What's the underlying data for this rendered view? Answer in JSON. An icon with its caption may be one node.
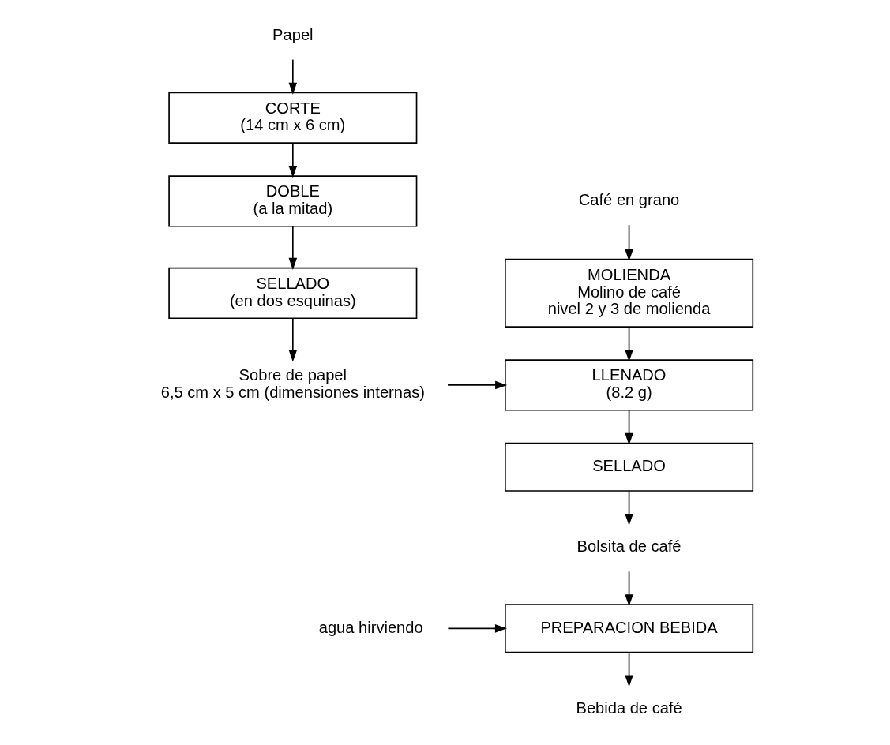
{
  "diagram": {
    "nodes": [
      {
        "text": [
          "Papel"
        ]
      },
      {
        "text": [
          "CORTE",
          "(14 cm x 6 cm)"
        ]
      },
      {
        "text": [
          "DOBLE",
          "(a la mitad)"
        ]
      },
      {
        "text": [
          "SELLADO",
          "(en dos esquinas)"
        ]
      },
      {
        "text": [
          "Sobre de papel",
          "6,5 cm x 5 cm (dimensiones internas)"
        ]
      },
      {
        "text": [
          "Café en grano"
        ]
      },
      {
        "text": [
          "MOLIENDA",
          "Molino de café",
          "nivel 2 y 3 de molienda"
        ]
      },
      {
        "text": [
          "LLENADO",
          "(8.2 g)"
        ]
      },
      {
        "text": [
          "SELLADO"
        ]
      },
      {
        "text": [
          "Bolsita de café"
        ]
      },
      {
        "text": [
          "agua hirviendo"
        ]
      },
      {
        "text": [
          "PREPARACION BEBIDA"
        ]
      },
      {
        "text": [
          "Bebida de café"
        ]
      }
    ],
    "edges": [
      {
        "from": 0,
        "to": 1,
        "arrow": "to"
      },
      {
        "from": 1,
        "to": 2,
        "arrow": "to"
      },
      {
        "from": 2,
        "to": 3,
        "arrow": "to"
      },
      {
        "from": 3,
        "to": 4,
        "arrow": "to"
      },
      {
        "from": 4,
        "to": 7,
        "arrow": "to"
      },
      {
        "from": 5,
        "to": 6,
        "arrow": "to"
      },
      {
        "from": 6,
        "to": 7,
        "arrow": "to"
      },
      {
        "from": 7,
        "to": 8,
        "arrow": "to"
      },
      {
        "from": 8,
        "to": 9,
        "arrow": "to"
      },
      {
        "from": 9,
        "to": 11,
        "arrow": "to"
      },
      {
        "from": 10,
        "to": 11,
        "arrow": "to"
      },
      {
        "from": 11,
        "to": 12,
        "arrow": "to"
      }
    ]
  }
}
